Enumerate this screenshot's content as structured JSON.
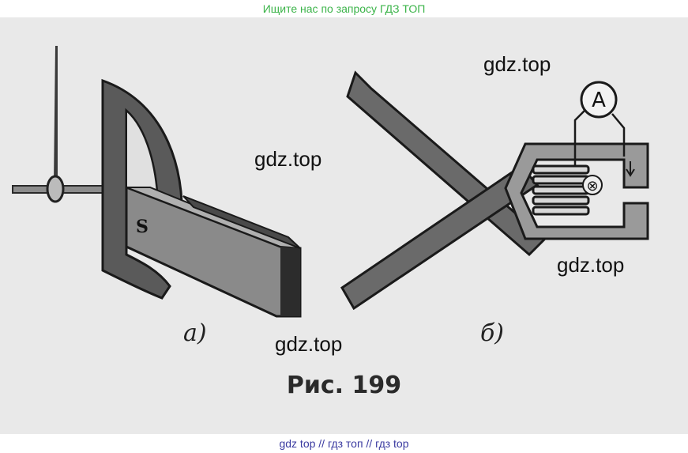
{
  "banner_top": "Ищите нас по запросу ГДЗ ТОП",
  "banner_bottom": "gdz top  //  гдз топ  //  гдз top",
  "watermarks": [
    "gdz.top",
    "gdz.top",
    "gdz.top",
    "gdz.top"
  ],
  "figure": {
    "caption": "Рис. 199",
    "label_a": "а)",
    "label_b": "б)",
    "magnet_pole": "S",
    "ammeter_symbol": "A",
    "current_symbol": "⊗"
  },
  "colors": {
    "banner_top": "#3cb44a",
    "banner_bottom": "#3a3aa0",
    "page_background": "#e9e9e9",
    "ink": "#3a3a3a"
  }
}
